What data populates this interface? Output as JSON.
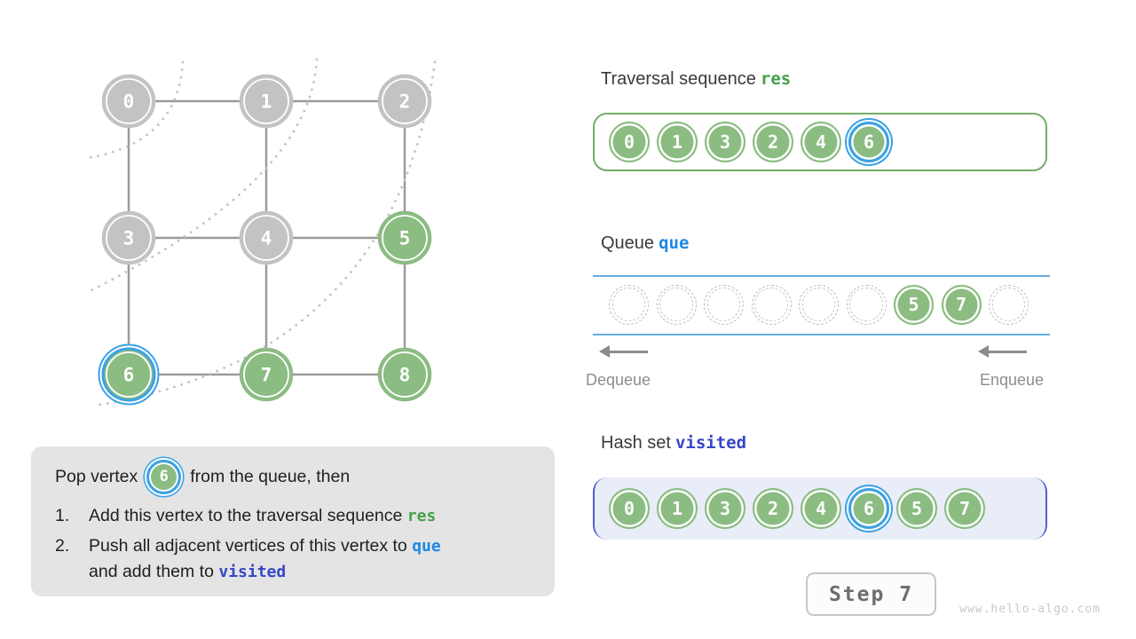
{
  "graph": {
    "nodes": [
      {
        "id": "0",
        "state": "gray"
      },
      {
        "id": "1",
        "state": "gray"
      },
      {
        "id": "2",
        "state": "gray"
      },
      {
        "id": "3",
        "state": "gray"
      },
      {
        "id": "4",
        "state": "gray"
      },
      {
        "id": "5",
        "state": "green"
      },
      {
        "id": "6",
        "state": "green",
        "highlight": true
      },
      {
        "id": "7",
        "state": "green"
      },
      {
        "id": "8",
        "state": "green"
      }
    ],
    "edges": [
      [
        0,
        1
      ],
      [
        1,
        2
      ],
      [
        3,
        4
      ],
      [
        4,
        5
      ],
      [
        6,
        7
      ],
      [
        7,
        8
      ],
      [
        0,
        3
      ],
      [
        3,
        6
      ],
      [
        1,
        4
      ],
      [
        4,
        7
      ],
      [
        2,
        5
      ],
      [
        5,
        8
      ]
    ],
    "bfs_wave_arcs": 3
  },
  "sections": {
    "traversal_label": "Traversal sequence",
    "traversal_var": "res",
    "queue_label": "Queue",
    "queue_var": "que",
    "hash_label": "Hash set",
    "hash_var": "visited",
    "dequeue_label": "Dequeue",
    "enqueue_label": "Enqueue"
  },
  "traversal": {
    "values": [
      "0",
      "1",
      "3",
      "2",
      "4",
      "6"
    ],
    "highlight_index": 5
  },
  "queue": {
    "slots": [
      null,
      null,
      null,
      null,
      null,
      null,
      "5",
      "7",
      null
    ]
  },
  "hashset": {
    "values": [
      "0",
      "1",
      "3",
      "2",
      "4",
      "6",
      "5",
      "7"
    ],
    "highlight_index": 5
  },
  "explanation": {
    "pop_prefix": "Pop vertex",
    "pop_vertex": "6",
    "pop_suffix": "from the queue, then",
    "step1_num": "1.",
    "step1_text": "Add this vertex to the traversal sequence ",
    "step1_code": "res",
    "step2_num": "2.",
    "step2_line1_text": "Push all adjacent vertices of this vertex to ",
    "step2_line1_code": "que",
    "step2_line2_text": "and add them to ",
    "step2_line2_code": "visited"
  },
  "step_label": "Step 7",
  "watermark": "www.hello-algo.com",
  "colors": {
    "node_green": "#8bbc82",
    "node_gray": "#c3c3c3",
    "highlight_blue": "#3ba1e5",
    "res_green": "#44a04c",
    "que_blue": "#1e88e5",
    "visited_indigo": "#3646c8"
  }
}
